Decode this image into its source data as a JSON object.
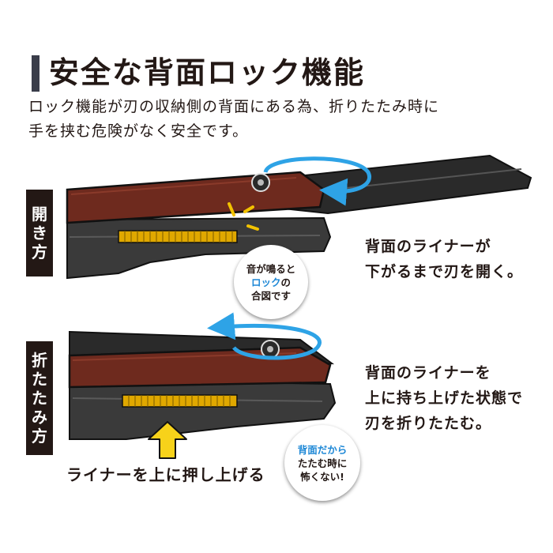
{
  "title": "安全な背面ロック機能",
  "subtitle": {
    "line1": "ロック機能が刃の収納側の背面にある為、折りたたみ時に",
    "line2": "手を挟む危険がなく安全です。"
  },
  "open_section": {
    "label": [
      "開",
      "き",
      "方"
    ],
    "bubble": {
      "line1": "音が鳴ると",
      "line2_blue": "ロック",
      "line2_rest": "の",
      "line3": "合図です"
    },
    "caption": {
      "line1": "背面のライナーが",
      "line2": "下がるまで刃を開く。"
    }
  },
  "fold_section": {
    "label": [
      "折",
      "た",
      "た",
      "み",
      "方"
    ],
    "bubble": {
      "line1_blue": "背面だから",
      "line2": "たたむ時に",
      "line3": "怖くない!"
    },
    "caption": {
      "line1": "背面のライナーを",
      "line2": "上に持ち上げた状態で",
      "line3": "刃を折りたたむ。"
    },
    "push_label": "ライナーを上に押し上げる"
  },
  "colors": {
    "handle": "#2b2b2b",
    "wood": "#6e2a1e",
    "liner": "#e0a800",
    "arrow_blue": "#2ea3e6",
    "push_arrow": "#f7d21a",
    "label_bg": "#231815"
  }
}
